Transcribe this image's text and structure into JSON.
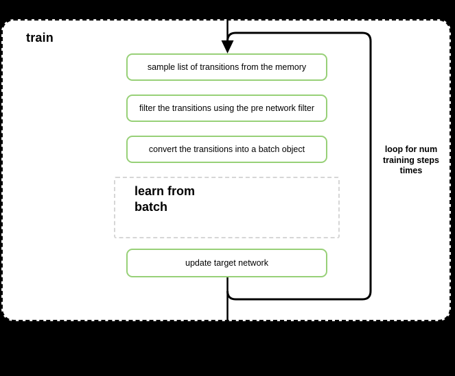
{
  "diagram": {
    "title": "train",
    "steps": [
      {
        "label": "sample list of transitions from the memory"
      },
      {
        "label": "filter the transitions using the pre network filter"
      },
      {
        "label": "convert the transitions into a batch object"
      },
      {
        "label": "update target network"
      }
    ],
    "learn_box": {
      "label": "learn from\nbatch"
    },
    "loop": {
      "label": "loop for num\ntraining steps\ntimes"
    },
    "colors": {
      "page_background": "#000000",
      "frame_fill": "#ffffff",
      "frame_border": "#000000",
      "step_border": "#97d077",
      "learn_box_border": "#d6d6d6",
      "connector": "#000000"
    }
  }
}
